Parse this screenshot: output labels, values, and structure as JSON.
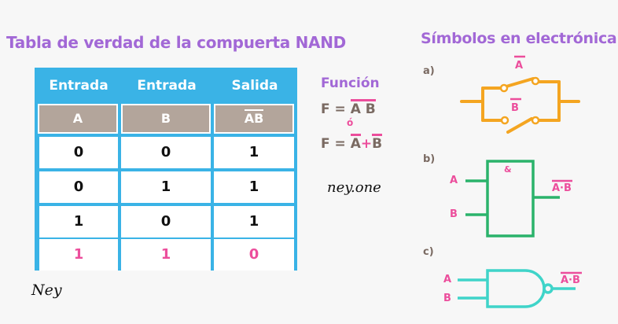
{
  "left": {
    "title": "Tabla de verdad de la compuerta NAND",
    "table": {
      "headers": [
        "Entrada",
        "Entrada",
        "Salida"
      ],
      "subheaders": [
        "A",
        "B",
        "AB"
      ],
      "rows": [
        [
          "0",
          "0",
          "1"
        ],
        [
          "0",
          "1",
          "1"
        ],
        [
          "1",
          "0",
          "1"
        ],
        [
          "1",
          "1",
          "0"
        ]
      ]
    },
    "signature": "Ney"
  },
  "function": {
    "title": "Función",
    "f_label": "F =",
    "expr1": "A B",
    "or_word": "ó",
    "expr2_a": "A",
    "plus": "+",
    "expr2_b": "B"
  },
  "watermark": "ney.one",
  "right": {
    "title": "Símbolos en electrónica",
    "a": {
      "label": "a)",
      "top_var": "A",
      "bottom_var": "B"
    },
    "b": {
      "label": "b)",
      "in_a": "A",
      "in_b": "B",
      "gate_mark": "&",
      "output": "A·B"
    },
    "c": {
      "label": "c)",
      "in_a": "A",
      "in_b": "B",
      "output": "A·B"
    }
  },
  "colors": {
    "purple": "#a268d6",
    "table_blue": "#3ab3e6",
    "header_taupe": "#b3a59b",
    "pink": "#ec4e9c",
    "orange": "#f4a521",
    "green": "#2bb36b",
    "teal": "#3fd4c9"
  }
}
